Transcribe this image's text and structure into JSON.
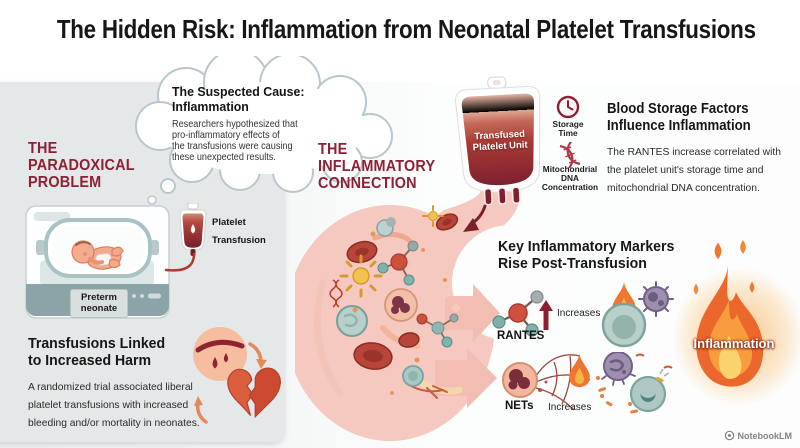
{
  "title": "The Hidden Risk: Inflammation from Neonatal Platelet Transfusions",
  "left_panel": {
    "heading": "THE\nPARADOXICAL\nPROBLEM",
    "incubator_label": "Preterm\nneonate",
    "bag_label": "Platelet\nTransfusion",
    "harm_heading": "Transfusions Linked\nto Increased Harm",
    "harm_body": "A randomized trial associated liberal\nplatelet transfusions with increased\nbleeding and/or mortality in neonates."
  },
  "thought_cloud": {
    "heading": "The Suspected Cause:\nInflammation",
    "body": "Researchers hypothesized that\npro-inflammatory effects of\nthe transfusions were causing\nthese unexpected results."
  },
  "connection": {
    "heading": "THE\nINFLAMMATORY\nCONNECTION",
    "bag_label": "Transfused\nPlatelet Unit",
    "storage_time_label": "Storage\nTime",
    "mito_label": "Mitochondrial\nDNA\nConcentration"
  },
  "storage_factors": {
    "heading": "Blood Storage Factors\nInfluence Inflammation",
    "body": "The RANTES increase correlated with\nthe platelet unit's storage time and\nmitochondrial DNA concentration."
  },
  "markers": {
    "heading": "Key Inflammatory Markers\nRise Post-Transfusion",
    "rantes_label": "RANTES",
    "rantes_change": "Increases",
    "nets_label": "NETs",
    "nets_change": "Increases",
    "flame_label": "Inflammation"
  },
  "watermark": {
    "label": "NotebookLM"
  },
  "colors": {
    "heading_red": "#8e2034",
    "bag_red": "#a93a34",
    "swirl_pink": "#f5c9bf",
    "flame_orange": "#ee6a2c",
    "teal_cell": "#b7cfc9",
    "purple_cell": "#9e8fae",
    "card_gray": "#e4e8e8"
  },
  "icons": {
    "thought-cloud": "cloud bubble",
    "incubator-icon": "neonatal incubator with preterm baby",
    "platelet-bag-icon": "small IV platelet bag",
    "blood-bag-icon": "transfused platelet unit bag",
    "clock-icon": "storage time clock",
    "dna-icon": "mitochondrial DNA helix",
    "wound-icon": "bleeding wound circle",
    "broken-heart-icon": "broken heart",
    "cycle-arrow-icon": "curved harm arrows",
    "bloodstream-swirl-icon": "pink bloodstream swirl with cells",
    "red-blood-cell-icon": "red blood cell",
    "molecule-icon": "cytokine molecule",
    "up-arrow-icon": "red increase arrow",
    "neutrophil-net-icon": "neutrophil extruding NET web",
    "flame-icon": "inflammation flame",
    "macrophage-icon": "teal immune cell",
    "spiky-cell-icon": "purple activated immune cell",
    "notebooklm-logo": "NotebookLM logo"
  }
}
